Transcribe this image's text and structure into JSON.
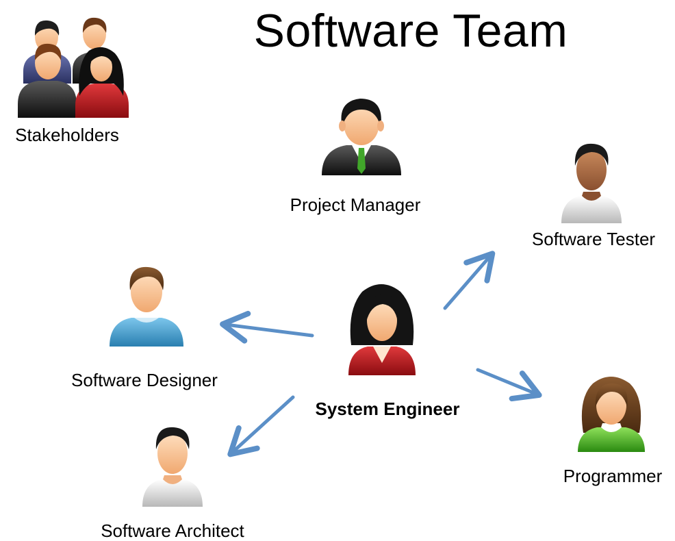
{
  "title": "Software Team",
  "roles": {
    "stakeholders": "Stakeholders",
    "project_manager": "Project Manager",
    "software_tester": "Software Tester",
    "software_designer": "Software Designer",
    "system_engineer": "System Engineer",
    "programmer": "Programmer",
    "software_architect": "Software Architect"
  },
  "icons": {
    "stakeholders": "stakeholders-group-icon",
    "project_manager": "manager-person-icon",
    "software_tester": "tester-person-icon",
    "software_designer": "designer-person-icon",
    "system_engineer": "engineer-person-icon",
    "programmer": "programmer-person-icon",
    "software_architect": "architect-person-icon"
  },
  "colors": {
    "arrow": "#5b8fc7",
    "skin": "#f6c08f",
    "dark_skin": "#a9683f",
    "engineer_suit": "#b8161c",
    "designer_shirt": "#4aa3cf",
    "programmer_shirt": "#3ea51c",
    "manager_tie": "#41a62a"
  },
  "edges": [
    {
      "from": "system_engineer",
      "to": "software_tester"
    },
    {
      "from": "system_engineer",
      "to": "software_designer"
    },
    {
      "from": "system_engineer",
      "to": "programmer"
    },
    {
      "from": "system_engineer",
      "to": "software_architect"
    }
  ]
}
